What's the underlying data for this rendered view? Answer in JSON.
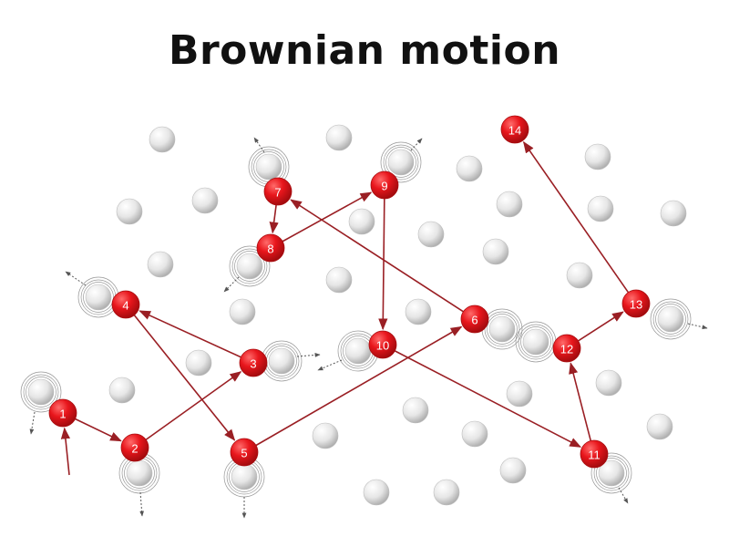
{
  "title": "Brownian motion",
  "colors": {
    "particle": "#e8161c",
    "particle_dark": "#a80d10",
    "path": "#9a1f24",
    "molecule": "#dcdcdc",
    "ring": "#999999",
    "dashed_arrow": "#555555"
  },
  "particle_labels": [
    "1",
    "2",
    "3",
    "4",
    "5",
    "6",
    "7",
    "8",
    "9",
    "10",
    "11",
    "12",
    "13",
    "14"
  ]
}
